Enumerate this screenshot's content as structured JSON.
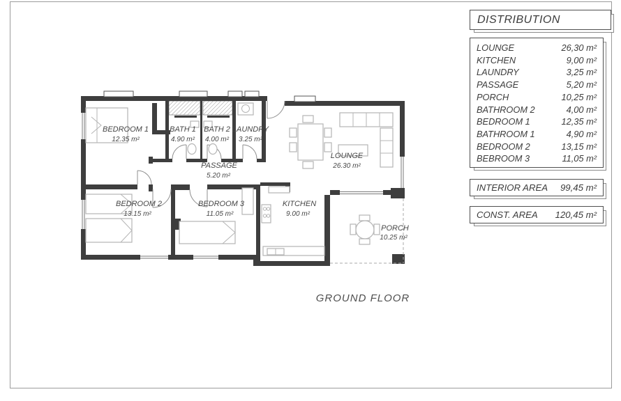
{
  "panel": {
    "title": "DISTRIBUTION",
    "rows": [
      {
        "name": "LOUNGE",
        "area": "26,30 m²"
      },
      {
        "name": "KITCHEN",
        "area": "9,00 m²"
      },
      {
        "name": "LAUNDRY",
        "area": "3,25 m²"
      },
      {
        "name": "PASSAGE",
        "area": "5,20 m²"
      },
      {
        "name": "PORCH",
        "area": "10,25 m²"
      },
      {
        "name": "BATHROOM 2",
        "area": "4,00 m²"
      },
      {
        "name": "BEDROOM 1",
        "area": "12,35 m²"
      },
      {
        "name": "BATHROOM 1",
        "area": "4,90 m²"
      },
      {
        "name": "BEDROOM 2",
        "area": "13,15 m²"
      },
      {
        "name": "BEBROOM 3",
        "area": "11,05 m²"
      }
    ],
    "interior": {
      "label": "INTERIOR AREA",
      "value": "99,45 m²"
    },
    "construction": {
      "label": "CONST. AREA",
      "value": "120,45 m²"
    }
  },
  "plan": {
    "ground_floor_label": "GROUND FLOOR",
    "rooms": [
      {
        "name": "BEDROOM 1",
        "area": "12.35 m²"
      },
      {
        "name": "BATH 1",
        "area": "4.90 m²"
      },
      {
        "name": "BATH 2",
        "area": "4.00 m²"
      },
      {
        "name": "LAUNDRY",
        "area": "3.25 m²"
      },
      {
        "name": "PASSAGE",
        "area": "5.20 m²"
      },
      {
        "name": "LOUNGE",
        "area": "26.30 m²"
      },
      {
        "name": "BEDROOM 2",
        "area": "13.15 m²"
      },
      {
        "name": "BEDROOM 3",
        "area": "11.05 m²"
      },
      {
        "name": "KITCHEN",
        "area": "9.00 m²"
      },
      {
        "name": "PORCH",
        "area": "10.25 m²"
      }
    ]
  },
  "colors": {
    "wall": "#3e3e3e",
    "furniture": "#b5b5b5",
    "label_text": "#474747",
    "frame_border": "#9b9b9b"
  }
}
